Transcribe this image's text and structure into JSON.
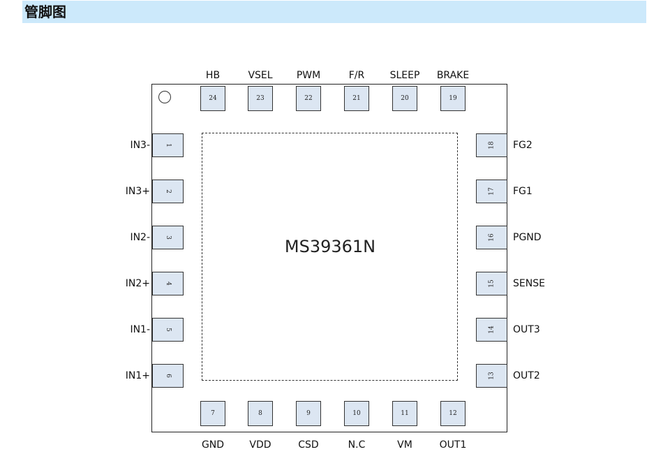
{
  "header": {
    "title": "管脚图"
  },
  "package": {
    "part_number": "MS39361N"
  },
  "pins": {
    "top": [
      {
        "num": "24",
        "name": "HB"
      },
      {
        "num": "23",
        "name": "VSEL"
      },
      {
        "num": "22",
        "name": "PWM"
      },
      {
        "num": "21",
        "name": "F/R"
      },
      {
        "num": "20",
        "name": "SLEEP"
      },
      {
        "num": "19",
        "name": "BRAKE"
      }
    ],
    "left": [
      {
        "num": "1",
        "name": "IN3-"
      },
      {
        "num": "2",
        "name": "IN3+"
      },
      {
        "num": "3",
        "name": "IN2-"
      },
      {
        "num": "4",
        "name": "IN2+"
      },
      {
        "num": "5",
        "name": "IN1-"
      },
      {
        "num": "6",
        "name": "IN1+"
      }
    ],
    "right": [
      {
        "num": "18",
        "name": "FG2"
      },
      {
        "num": "17",
        "name": "FG1"
      },
      {
        "num": "16",
        "name": "PGND"
      },
      {
        "num": "15",
        "name": "SENSE"
      },
      {
        "num": "14",
        "name": "OUT3"
      },
      {
        "num": "13",
        "name": "OUT2"
      }
    ],
    "bottom": [
      {
        "num": "7",
        "name": "GND"
      },
      {
        "num": "8",
        "name": "VDD"
      },
      {
        "num": "9",
        "name": "CSD"
      },
      {
        "num": "10",
        "name": "N.C"
      },
      {
        "num": "11",
        "name": "VM"
      },
      {
        "num": "12",
        "name": "OUT1"
      }
    ]
  }
}
